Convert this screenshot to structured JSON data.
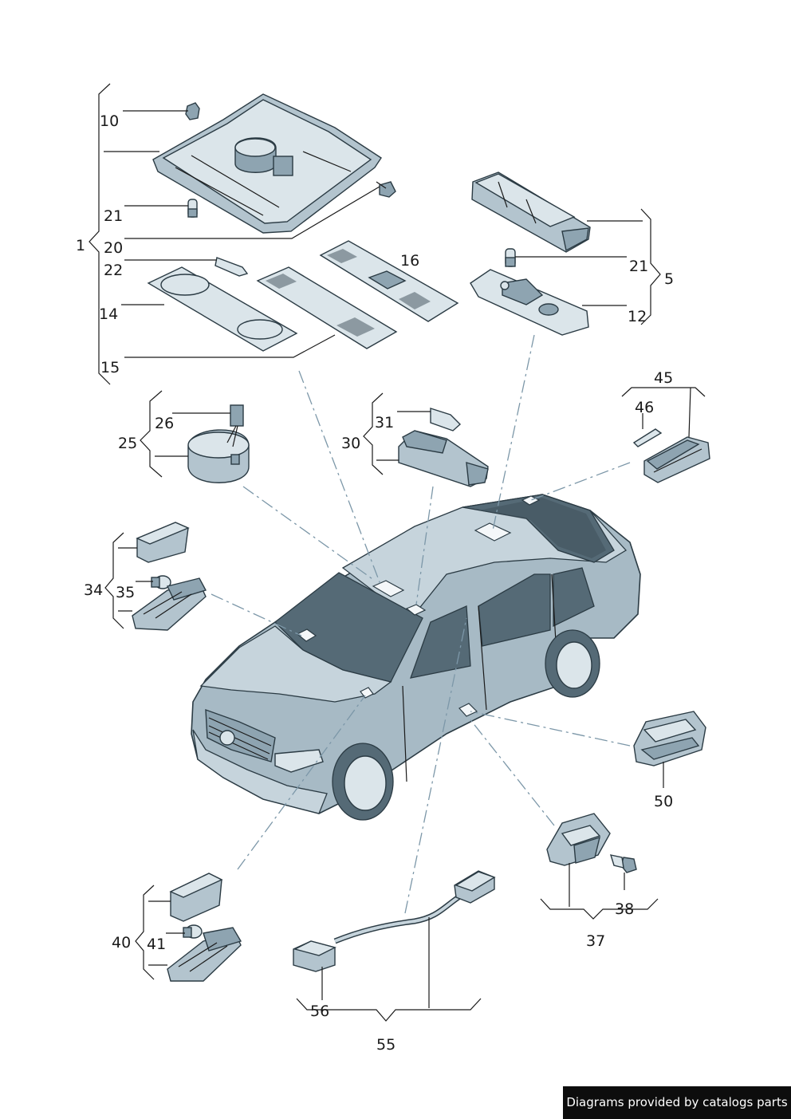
{
  "callouts": {
    "c1": "1",
    "c5": "5",
    "c10": "10",
    "c12": "12",
    "c14": "14",
    "c15": "15",
    "c16": "16",
    "c20": "20",
    "c21a": "21",
    "c21b": "21",
    "c22": "22",
    "c25": "25",
    "c26": "26",
    "c30": "30",
    "c31": "31",
    "c34": "34",
    "c35": "35",
    "c37": "37",
    "c38": "38",
    "c40": "40",
    "c41": "41",
    "c45": "45",
    "c46": "46",
    "c50": "50",
    "c55": "55",
    "c56": "56"
  },
  "credit": "Diagrams provided by catalogs parts",
  "colors": {
    "part": "#b3c4ce",
    "outline": "#2b3b44",
    "leader_dash": "#7c97a8",
    "credit_bg": "#0d0d0d"
  }
}
